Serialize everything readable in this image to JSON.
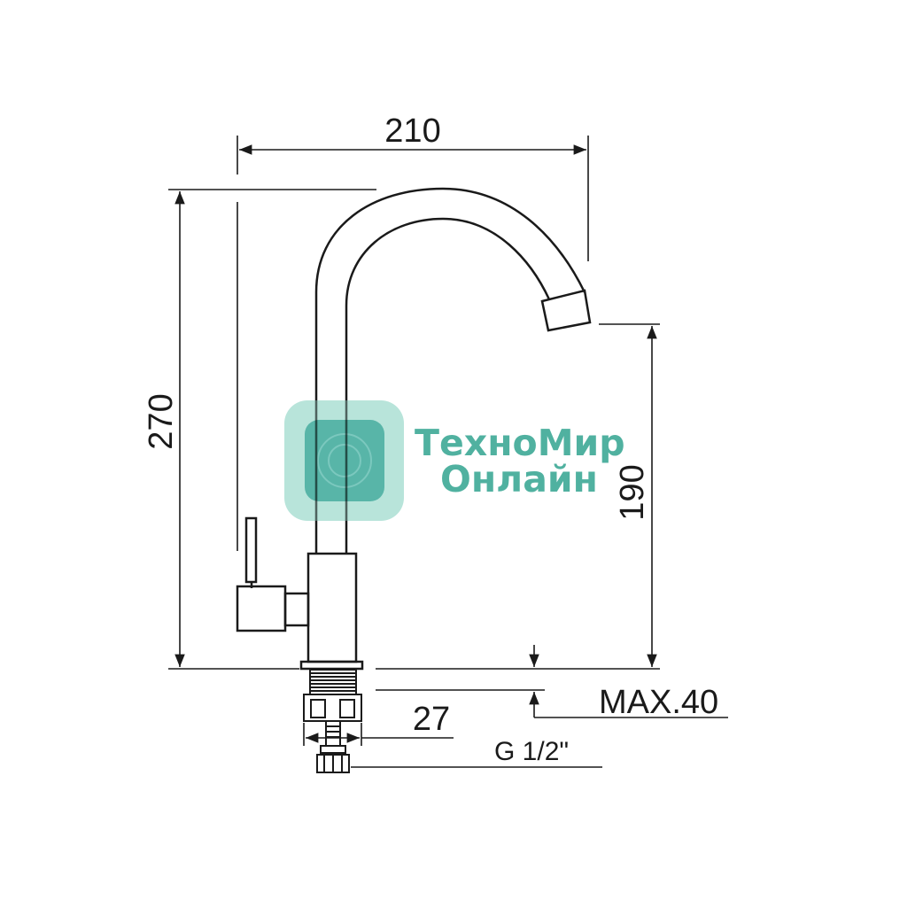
{
  "dimensions": {
    "width": "210",
    "height_total": "270",
    "spout_height": "190",
    "max_mount": "MAX.40",
    "hole_diameter": "27",
    "thread": "G 1/2\""
  },
  "watermark": {
    "line1": "ТехноМир",
    "line2": "Онлайн",
    "color": "#2aa18c",
    "icon": "logo-tile-icon"
  },
  "colors": {
    "line": "#1a1a1a",
    "background": "#ffffff"
  }
}
